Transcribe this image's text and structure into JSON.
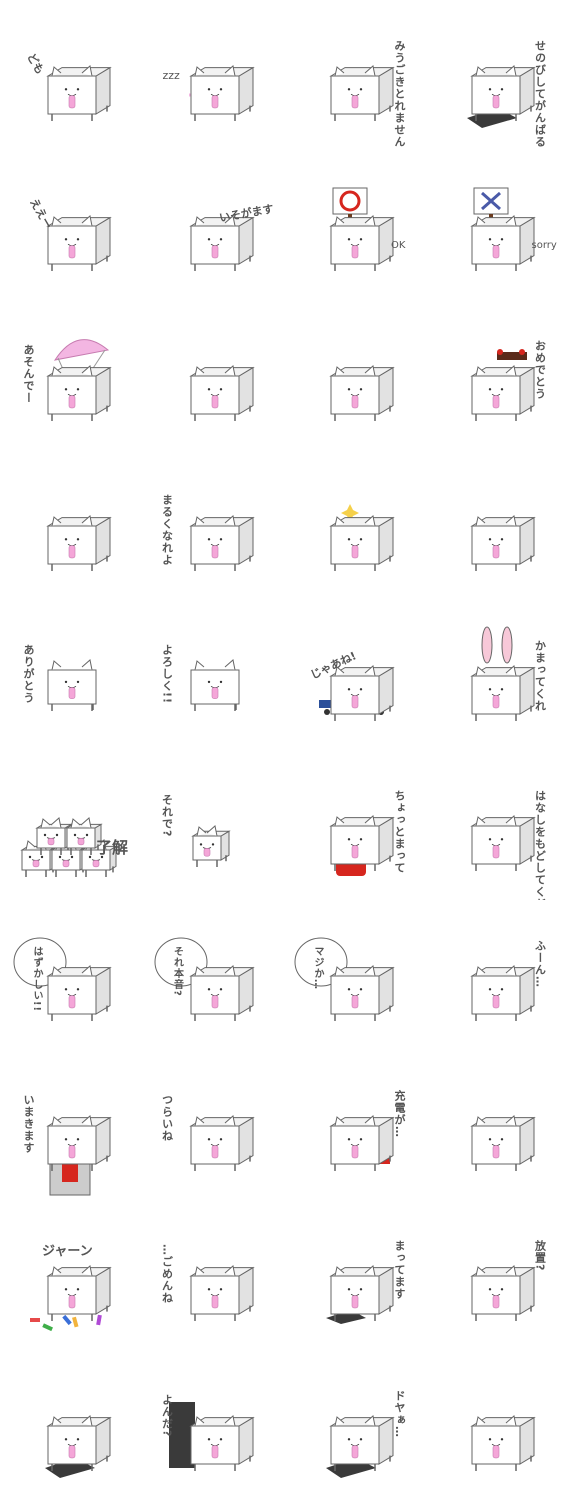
{
  "colors": {
    "box": "#ffffff",
    "line": "#666666",
    "side": "#e2e2e2",
    "tongue": "#f4a6d8",
    "shadow": "#3a3a3a",
    "pink": "#f3b6e2",
    "red": "#d6261e",
    "blue": "#4a5aa8"
  },
  "stickers": [
    {
      "caption": "ども",
      "vertical": false,
      "prop": "none"
    },
    {
      "caption": "zzz",
      "vertical": false,
      "prop": "sleep"
    },
    {
      "caption": "みうごきとれません",
      "vertical": true,
      "prop": "none"
    },
    {
      "caption": "せのびしてがんばる",
      "vertical": true,
      "prop": "shadow"
    },
    {
      "caption": "ええー",
      "vertical": false,
      "prop": "none"
    },
    {
      "caption": "いそがます",
      "vertical": false,
      "prop": "speed"
    },
    {
      "caption": "OK",
      "vertical": false,
      "prop": "circle-sign"
    },
    {
      "caption": "sorry",
      "vertical": false,
      "prop": "cross-sign"
    },
    {
      "caption": "あそんでー",
      "vertical": true,
      "prop": "parachute"
    },
    {
      "caption": "",
      "vertical": false,
      "prop": "none"
    },
    {
      "caption": "",
      "vertical": false,
      "prop": "none"
    },
    {
      "caption": "おめでとう",
      "vertical": true,
      "prop": "cake"
    },
    {
      "caption": "",
      "vertical": false,
      "prop": "none"
    },
    {
      "caption": "まるくなれよ",
      "vertical": true,
      "prop": "none"
    },
    {
      "caption": "",
      "vertical": false,
      "prop": "sparkle"
    },
    {
      "caption": "",
      "vertical": false,
      "prop": "none"
    },
    {
      "caption": "ありがとう",
      "vertical": true,
      "prop": "flat"
    },
    {
      "caption": "よろしく!!",
      "vertical": true,
      "prop": "flat"
    },
    {
      "caption": "じゃあね!",
      "vertical": false,
      "prop": "cart"
    },
    {
      "caption": "かまってくれ",
      "vertical": true,
      "prop": "bunny"
    },
    {
      "caption": "了解",
      "vertical": false,
      "prop": "stack"
    },
    {
      "caption": "それで?",
      "vertical": true,
      "prop": "small"
    },
    {
      "caption": "ちょっとまって",
      "vertical": true,
      "prop": "bucket"
    },
    {
      "caption": "はなしをもどしてください",
      "vertical": true,
      "prop": "none"
    },
    {
      "caption": "はずかしい!!",
      "vertical": true,
      "prop": "bubble"
    },
    {
      "caption": "それ本音?",
      "vertical": true,
      "prop": "bubble"
    },
    {
      "caption": "マジか…",
      "vertical": true,
      "prop": "bubble"
    },
    {
      "caption": "ふーん…",
      "vertical": true,
      "prop": "none"
    },
    {
      "caption": "いまきます",
      "vertical": true,
      "prop": "robot"
    },
    {
      "caption": "つらいね",
      "vertical": true,
      "prop": "tissue"
    },
    {
      "caption": "充電が…",
      "vertical": true,
      "prop": "battery"
    },
    {
      "caption": "",
      "vertical": false,
      "prop": "none"
    },
    {
      "caption": "ジャーン",
      "vertical": false,
      "prop": "confetti"
    },
    {
      "caption": "…ごめんね",
      "vertical": true,
      "prop": "none"
    },
    {
      "caption": "まってます",
      "vertical": true,
      "prop": "tall"
    },
    {
      "caption": "放置?",
      "vertical": true,
      "prop": "none"
    },
    {
      "caption": "",
      "vertical": false,
      "prop": "shadow"
    },
    {
      "caption": "よんだ?",
      "vertical": true,
      "prop": "door"
    },
    {
      "caption": "ドヤぁ…",
      "vertical": true,
      "prop": "shadow"
    },
    {
      "caption": "",
      "vertical": false,
      "prop": "none"
    }
  ]
}
